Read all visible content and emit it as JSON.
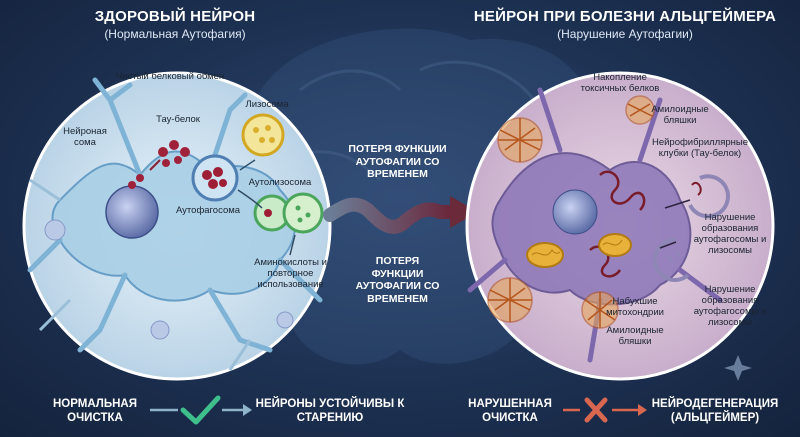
{
  "left": {
    "title": "ЗДОРОВЫЙ НЕЙРОН",
    "subtitle": "(Нормальная Аутофагия)",
    "labels": {
      "protein": "Чистый белковый обмен",
      "soma": "Нейроная сома",
      "tau": "Тау-белок",
      "lysosome": "Лизосома",
      "autolysosome": "Аутолизосома",
      "autophagosome": "Аутофагосома",
      "amino": "Аминокислоты и повторное использование"
    }
  },
  "right": {
    "title": "НЕЙРОН ПРИ БОЛЕЗНИ АЛЬЦГЕЙМЕРА",
    "subtitle": "(Нарушение Аутофагии)",
    "labels": {
      "toxic": "Накопление токсичных белков",
      "plaques_top": "Амилоидные бляшки",
      "tangles": "Нейрофибриллярные клубки (Тау-белок)",
      "disruption1": "Нарушение образования аутофагосомы и лизосомы",
      "disruption2": "Нарушение образования аутофагосомы и лизосомы",
      "mito": "Набухшие митохондрии",
      "plaques_bottom": "Амилоидные бляшки"
    }
  },
  "center": {
    "loss_top": "ПОТЕРЯ ФУНКЦИИ АУТОФАГИИ СО ВРЕМЕНЕМ",
    "loss_bottom": "ПОТЕРЯ ФУНКЦИИ АУТОФАГИИ СО ВРЕМЕНЕМ"
  },
  "bottom": {
    "normal_clean": "НОРМАЛЬНАЯ ОЧИСТКА",
    "resistant": "НЕЙРОНЫ УСТОЙЧИВЫ К СТАРЕНИЮ",
    "impaired_clean": "НАРУШЕННАЯ ОЧИСТКА",
    "neurodegeneration": "НЕЙРОДЕГЕНЕРАЦИЯ (АЛЬЦГЕЙМЕР)"
  },
  "colors": {
    "check": "#3fbf8c",
    "cross": "#d9674f",
    "arrow": "#6a2a3a"
  }
}
